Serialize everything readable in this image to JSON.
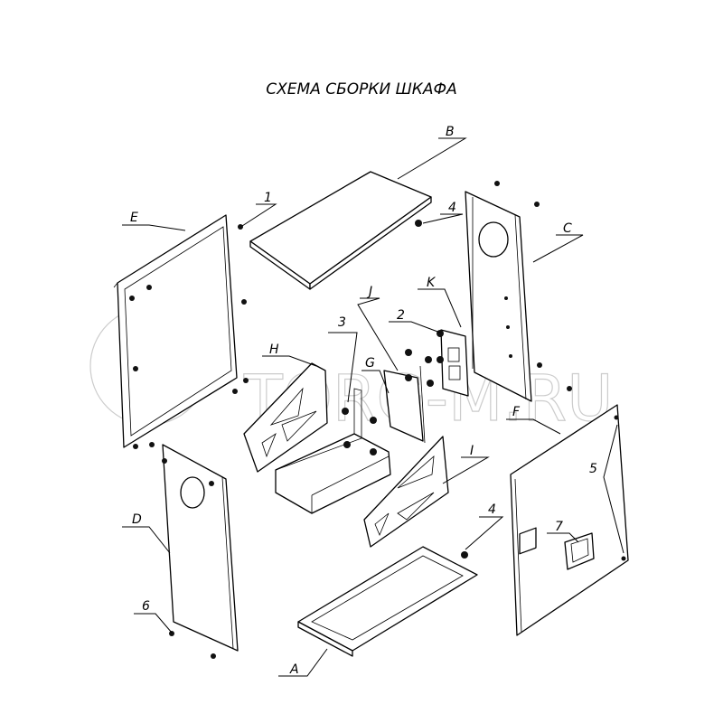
{
  "title": "СХЕМА СБОРКИ ШКАФА",
  "watermark": "TORG-M.RU",
  "labels": {
    "A": "A",
    "B": "B",
    "C": "C",
    "D": "D",
    "E": "E",
    "F": "F",
    "G": "G",
    "H": "H",
    "I": "I",
    "J": "J",
    "K": "K",
    "n1": "1",
    "n2": "2",
    "n3": "3",
    "n4a": "4",
    "n4b": "4",
    "n5": "5",
    "n6": "6",
    "n7": "7"
  }
}
